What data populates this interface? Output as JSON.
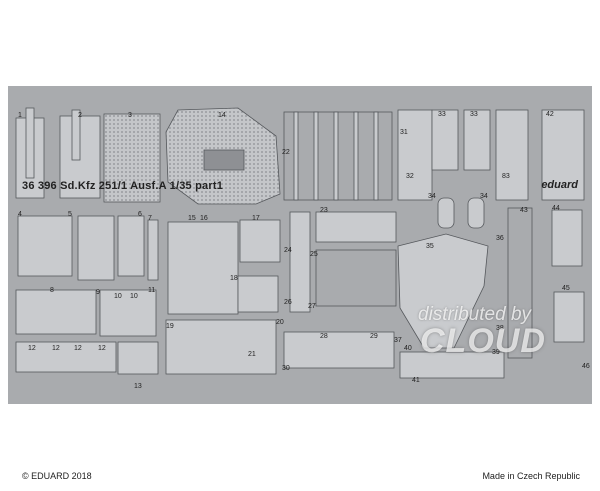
{
  "sheet": {
    "title": "36 396  Sd.Kfz 251/1 Ausf.A  1/35   part1",
    "brand": "eduard",
    "copyright": "© EDUARD 2018",
    "origin": "Made in Czech Republic"
  },
  "watermark": {
    "line1": "distributed by",
    "line2": "CLOUD"
  },
  "part_numbers": [
    "1",
    "2",
    "3",
    "4",
    "5",
    "6",
    "7",
    "8",
    "9",
    "10",
    "11",
    "12",
    "13",
    "14",
    "15",
    "16",
    "17",
    "18",
    "19",
    "20",
    "21",
    "22",
    "23",
    "24",
    "25",
    "26",
    "27",
    "28",
    "29",
    "30",
    "31",
    "32",
    "33",
    "34",
    "35",
    "36",
    "37",
    "38",
    "39",
    "40",
    "41",
    "42",
    "43",
    "44",
    "45",
    "46",
    "83"
  ],
  "colors": {
    "fret": "#a9abae",
    "part_fill": "#c9cbce",
    "part_stroke": "#55585c",
    "text": "#222222"
  }
}
